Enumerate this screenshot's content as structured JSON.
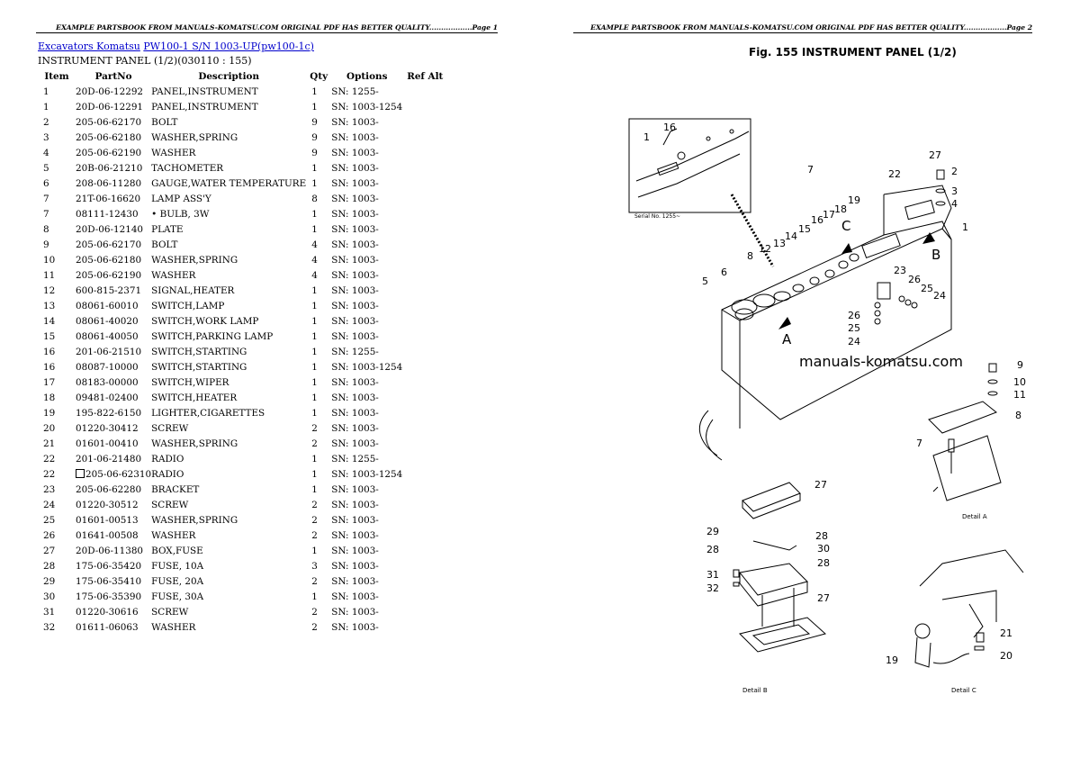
{
  "header": {
    "left": "EXAMPLE PARTSBOOK FROM MANUALS-KOMATSU.COM ORIGINAL PDF HAS BETTER QUALITY..................Page 1",
    "right": "EXAMPLE PARTSBOOK FROM MANUALS-KOMATSU.COM ORIGINAL PDF HAS BETTER QUALITY..................Page 2"
  },
  "breadcrumb": {
    "link1": "Excavators Komatsu",
    "link2": "PW100-1 S/N 1003-UP(pw100-1c)"
  },
  "subtitle": "INSTRUMENT PANEL (1/2)(030110 : 155)",
  "table": {
    "headers": [
      "Item",
      "PartNo",
      "Description",
      "Qty",
      "Options",
      "Ref Alt"
    ],
    "rows": [
      {
        "item": "1",
        "part": "20D-06-12292",
        "desc": "PANEL,INSTRUMENT",
        "qty": "1",
        "opt": "SN: 1255-"
      },
      {
        "item": "1",
        "part": "20D-06-12291",
        "desc": "PANEL,INSTRUMENT",
        "qty": "1",
        "opt": "SN: 1003-1254"
      },
      {
        "item": "2",
        "part": "205-06-62170",
        "desc": "BOLT",
        "qty": "9",
        "opt": "SN: 1003-"
      },
      {
        "item": "3",
        "part": "205-06-62180",
        "desc": "WASHER,SPRING",
        "qty": "9",
        "opt": "SN: 1003-"
      },
      {
        "item": "4",
        "part": "205-06-62190",
        "desc": "WASHER",
        "qty": "9",
        "opt": "SN: 1003-"
      },
      {
        "item": "5",
        "part": "20B-06-21210",
        "desc": "TACHOMETER",
        "qty": "1",
        "opt": "SN: 1003-"
      },
      {
        "item": "6",
        "part": "208-06-11280",
        "desc": "GAUGE,WATER TEMPERATURE",
        "qty": "1",
        "opt": "SN: 1003-"
      },
      {
        "item": "7",
        "part": "21T-06-16620",
        "desc": "LAMP ASS'Y",
        "qty": "8",
        "opt": "SN: 1003-"
      },
      {
        "item": "7",
        "part": "08111-12430",
        "desc": "• BULB, 3W",
        "qty": "1",
        "opt": "SN: 1003-"
      },
      {
        "item": "8",
        "part": "20D-06-12140",
        "desc": "PLATE",
        "qty": "1",
        "opt": "SN: 1003-"
      },
      {
        "item": "9",
        "part": "205-06-62170",
        "desc": "BOLT",
        "qty": "4",
        "opt": "SN: 1003-"
      },
      {
        "item": "10",
        "part": "205-06-62180",
        "desc": "WASHER,SPRING",
        "qty": "4",
        "opt": "SN: 1003-"
      },
      {
        "item": "11",
        "part": "205-06-62190",
        "desc": "WASHER",
        "qty": "4",
        "opt": "SN: 1003-"
      },
      {
        "item": "12",
        "part": "600-815-2371",
        "desc": "SIGNAL,HEATER",
        "qty": "1",
        "opt": "SN: 1003-"
      },
      {
        "item": "13",
        "part": "08061-60010",
        "desc": "SWITCH,LAMP",
        "qty": "1",
        "opt": "SN: 1003-"
      },
      {
        "item": "14",
        "part": "08061-40020",
        "desc": "SWITCH,WORK LAMP",
        "qty": "1",
        "opt": "SN: 1003-"
      },
      {
        "item": "15",
        "part": "08061-40050",
        "desc": "SWITCH,PARKING LAMP",
        "qty": "1",
        "opt": "SN: 1003-"
      },
      {
        "item": "16",
        "part": "201-06-21510",
        "desc": "SWITCH,STARTING",
        "qty": "1",
        "opt": "SN: 1255-"
      },
      {
        "item": "16",
        "part": "08087-10000",
        "desc": "SWITCH,STARTING",
        "qty": "1",
        "opt": "SN: 1003-1254"
      },
      {
        "item": "17",
        "part": "08183-00000",
        "desc": "SWITCH,WIPER",
        "qty": "1",
        "opt": "SN: 1003-"
      },
      {
        "item": "18",
        "part": "09481-02400",
        "desc": "SWITCH,HEATER",
        "qty": "1",
        "opt": "SN: 1003-"
      },
      {
        "item": "19",
        "part": "195-822-6150",
        "desc": "LIGHTER,CIGARETTES",
        "qty": "1",
        "opt": "SN: 1003-"
      },
      {
        "item": "20",
        "part": "01220-30412",
        "desc": "SCREW",
        "qty": "2",
        "opt": "SN: 1003-"
      },
      {
        "item": "21",
        "part": "01601-00410",
        "desc": "WASHER,SPRING",
        "qty": "2",
        "opt": "SN: 1003-"
      },
      {
        "item": "22",
        "part": "201-06-21480",
        "desc": "RADIO",
        "qty": "1",
        "opt": "SN: 1255-"
      },
      {
        "item": "22",
        "part": "205-06-62310",
        "desc": "RADIO",
        "qty": "1",
        "opt": "SN: 1003-1254",
        "mark": true
      },
      {
        "item": "23",
        "part": "205-06-62280",
        "desc": "BRACKET",
        "qty": "1",
        "opt": "SN: 1003-"
      },
      {
        "item": "24",
        "part": "01220-30512",
        "desc": "SCREW",
        "qty": "2",
        "opt": "SN: 1003-"
      },
      {
        "item": "25",
        "part": "01601-00513",
        "desc": "WASHER,SPRING",
        "qty": "2",
        "opt": "SN: 1003-"
      },
      {
        "item": "26",
        "part": "01641-00508",
        "desc": "WASHER",
        "qty": "2",
        "opt": "SN: 1003-"
      },
      {
        "item": "27",
        "part": "20D-06-11380",
        "desc": "BOX,FUSE",
        "qty": "1",
        "opt": "SN: 1003-"
      },
      {
        "item": "28",
        "part": "175-06-35420",
        "desc": "FUSE, 10A",
        "qty": "3",
        "opt": "SN: 1003-"
      },
      {
        "item": "29",
        "part": "175-06-35410",
        "desc": "FUSE, 20A",
        "qty": "2",
        "opt": "SN: 1003-"
      },
      {
        "item": "30",
        "part": "175-06-35390",
        "desc": "FUSE, 30A",
        "qty": "1",
        "opt": "SN: 1003-"
      },
      {
        "item": "31",
        "part": "01220-30616",
        "desc": "SCREW",
        "qty": "2",
        "opt": "SN: 1003-"
      },
      {
        "item": "32",
        "part": "01611-06063",
        "desc": "WASHER",
        "qty": "2",
        "opt": "SN: 1003-"
      }
    ]
  },
  "diagram": {
    "fig_title": "Fig. 155   INSTRUMENT PANEL (1/2)",
    "watermark": "manuals-komatsu.com",
    "serial_note": "Serial No. 1255~",
    "detail_a": "Detail A",
    "detail_b": "Detail B",
    "detail_c": "Detail C",
    "callouts": [
      "1",
      "2",
      "3",
      "4",
      "5",
      "6",
      "7",
      "8",
      "9",
      "10",
      "11",
      "12",
      "13",
      "14",
      "15",
      "16",
      "17",
      "18",
      "19",
      "20",
      "21",
      "22",
      "23",
      "24",
      "25",
      "26",
      "27",
      "28",
      "29",
      "30",
      "31",
      "32"
    ],
    "view_labels": [
      "A",
      "B",
      "C"
    ]
  }
}
